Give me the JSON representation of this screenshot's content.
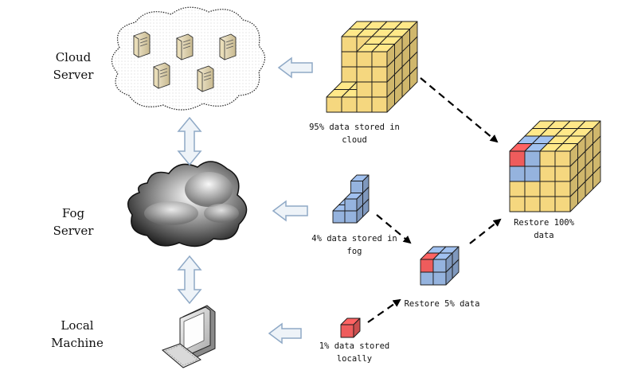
{
  "tiers": {
    "cloud": "Cloud\nServer",
    "fog": "Fog\nServer",
    "local": "Local\nMachine"
  },
  "captions": {
    "cloud_data": "95% data stored in\ncloud",
    "fog_data": "4% data stored in\nfog",
    "local_data": "1% data stored\nlocally",
    "restore_5": "Restore 5% data",
    "restore_100": "Restore 100%\ndata"
  },
  "colors": {
    "cloud_cube": "#f5d77f",
    "fog_cube": "#95b3de",
    "local_cube": "#ee5c5c",
    "arrow_outline": "#8fa9c6",
    "arrow_fill": "#eef3f8"
  },
  "icons": [
    "server-icon",
    "storm-cloud-icon",
    "desktop-computer-icon",
    "keyboard-icon"
  ]
}
